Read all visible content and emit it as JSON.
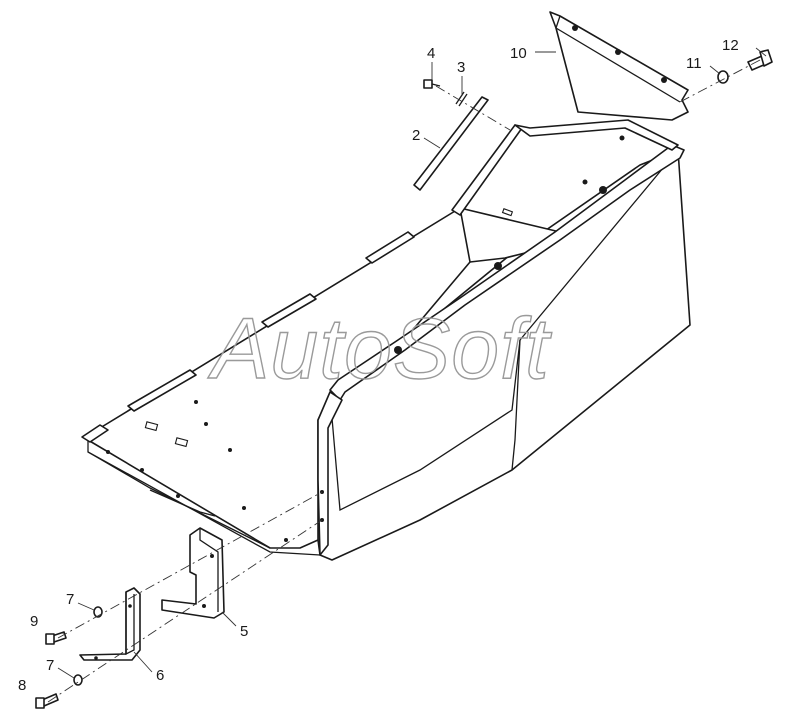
{
  "watermark": "AutoSoft",
  "callouts": [
    {
      "id": "c1",
      "label": "10"
    },
    {
      "id": "c2",
      "label": "12"
    },
    {
      "id": "c3",
      "label": "11"
    },
    {
      "id": "c4",
      "label": "4"
    },
    {
      "id": "c5",
      "label": "3"
    },
    {
      "id": "c6",
      "label": "2"
    },
    {
      "id": "c7",
      "label": "5"
    },
    {
      "id": "c8",
      "label": "7"
    },
    {
      "id": "c9",
      "label": "9"
    },
    {
      "id": "c10",
      "label": "7"
    },
    {
      "id": "c11",
      "label": "6"
    },
    {
      "id": "c12",
      "label": "8"
    }
  ]
}
